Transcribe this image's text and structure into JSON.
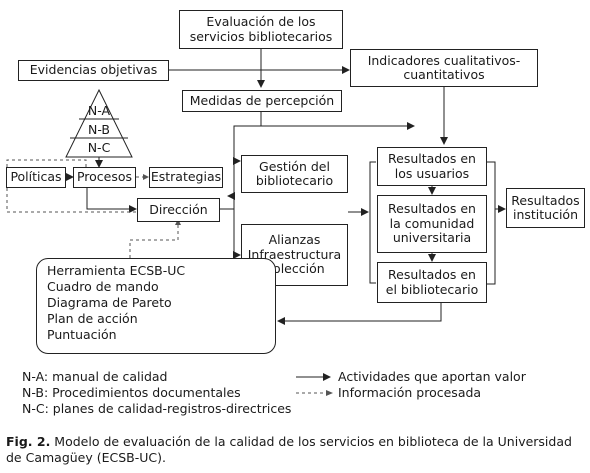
{
  "boxes": {
    "evaluacion": "Evaluación de los servicios bibliotecarios",
    "evidencias": "Evidencias objetivas",
    "indicadores": "Indicadores cualitativos-cuantitativos",
    "medidas": "Medidas de percepción",
    "politicas": "Políticas",
    "procesos": "Procesos",
    "estrategias": "Estrategias",
    "direccion": "Dirección",
    "gestion": "Gestión del bibliotecario",
    "alianzas": "Alianzas Infraestructura Colección",
    "res_usuarios": "Resultados en los usuarios",
    "res_comunidad": "Resultados en la comunidad universitaria",
    "res_bibliotecario": "Resultados en el bibliotecario",
    "res_institucion": "Resultados institución"
  },
  "pyramid": [
    "N-A",
    "N-B",
    "N-C"
  ],
  "tools": [
    "Herramienta ECSB-UC",
    "Cuadro de mando",
    "Diagrama de Pareto",
    "Plan de acción",
    "Puntuación"
  ],
  "legend": {
    "abbrev": [
      "N-A: manual de calidad",
      "N-B: Procedimientos documentales",
      "N-C: planes de calidad-registros-directrices"
    ],
    "solid": "Actividades que aportan valor",
    "dashed": "Información procesada"
  },
  "caption": {
    "label": "Fig. 2.",
    "text": " Modelo de evaluación de la calidad de los servicios en biblioteca de la Universidad de Camagüey (ECSB-UC)."
  }
}
